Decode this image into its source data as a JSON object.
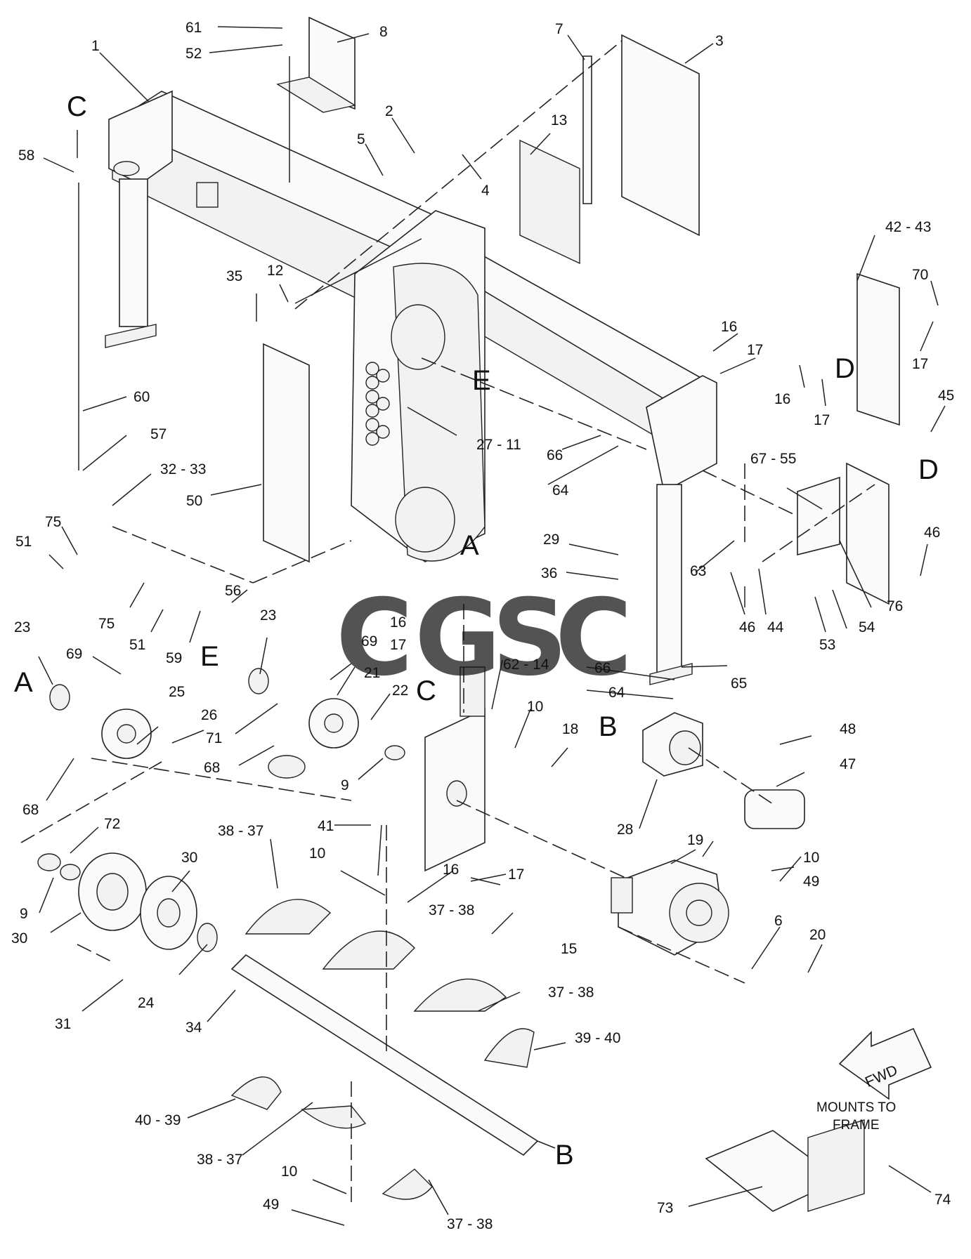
{
  "watermark": {
    "letters": [
      "C",
      "G",
      "S",
      "C"
    ],
    "colors": [
      "#5B8FF0",
      "#F07E73",
      "#F5D15A",
      "#4FAE77"
    ]
  },
  "callouts": [
    "1",
    "2",
    "3",
    "4",
    "5",
    "7",
    "8",
    "61",
    "52",
    "13",
    "35",
    "12",
    "16",
    "17",
    "42 - 43",
    "70",
    "17",
    "16",
    "17",
    "45",
    "58",
    "60",
    "57",
    "32 - 33",
    "50",
    "75",
    "51",
    "27 - 11",
    "66",
    "64",
    "67 - 55",
    "29",
    "36",
    "63",
    "46",
    "44",
    "53",
    "54",
    "76",
    "46",
    "75",
    "51",
    "59",
    "56",
    "23",
    "23",
    "69",
    "69",
    "16",
    "17",
    "62 - 14",
    "25",
    "26",
    "21",
    "22",
    "71",
    "68",
    "68",
    "9",
    "10",
    "18",
    "66",
    "64",
    "65",
    "48",
    "47",
    "28",
    "72",
    "9",
    "30",
    "30",
    "38 - 37",
    "41",
    "10",
    "16",
    "17",
    "37 - 38",
    "19",
    "10",
    "49",
    "15",
    "6",
    "20",
    "24",
    "31",
    "34",
    "37 - 38",
    "39 - 40",
    "40 - 39",
    "38 - 37",
    "10",
    "49",
    "37 - 38",
    "73",
    "74"
  ],
  "view_letters": [
    "C",
    "E",
    "A",
    "D",
    "D",
    "E",
    "C",
    "A",
    "B",
    "B"
  ],
  "mounts_note": [
    "MOUNTS TO",
    "FRAME"
  ],
  "fwd_label": "FWD"
}
